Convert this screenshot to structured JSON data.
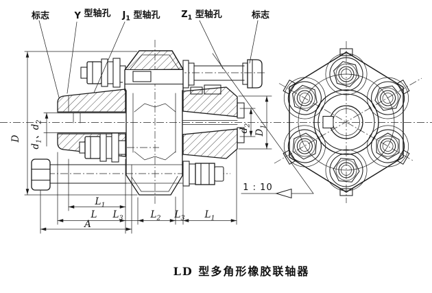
{
  "colors": {
    "ink": "#1a1a1a",
    "paper": "#ffffff"
  },
  "top_labels": {
    "mark_left": "标志",
    "y_hole": {
      "pre": "Y ",
      "sub": "",
      "post": "型轴孔"
    },
    "j1_hole": {
      "pre": "J",
      "sub": "1",
      "post": " 型轴孔"
    },
    "z1_hole": {
      "pre": "Z",
      "sub": "1",
      "post": " 型轴孔"
    },
    "mark_right": "标志"
  },
  "dims": {
    "D": "D",
    "d1d2": {
      "b1": "d",
      "s1": "1",
      "sep": "、",
      "b2": "d",
      "s2": "2"
    },
    "d2": {
      "base": "d",
      "sub": "2"
    },
    "D1": {
      "base": "D",
      "sub": "1"
    },
    "L1l": {
      "base": "L",
      "sub": "1"
    },
    "L": "L",
    "L3l": {
      "base": "L",
      "sub": "3"
    },
    "L2": {
      "base": "L",
      "sub": "2"
    },
    "L3r": {
      "base": "L",
      "sub": "3"
    },
    "L1r": {
      "base": "L",
      "sub": "1"
    },
    "A": "A"
  },
  "taper_note": "1 : 10",
  "caption": "LD 型多角形橡胶联轴器"
}
